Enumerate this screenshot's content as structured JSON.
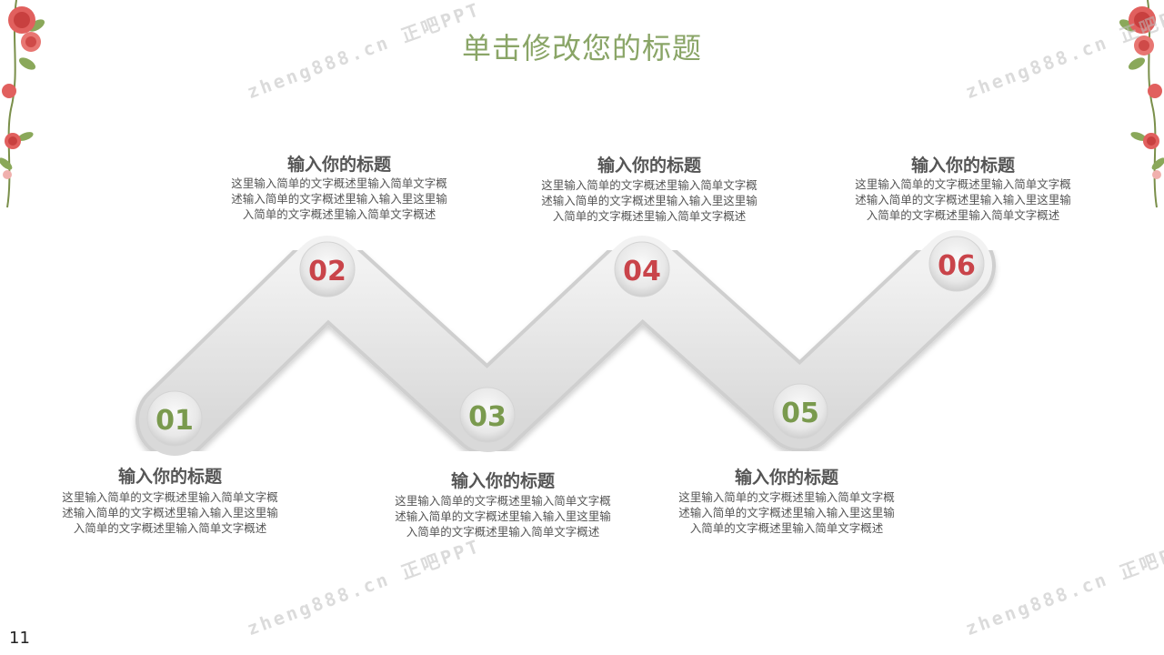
{
  "title": "单击修改您的标题",
  "page_number": "11",
  "watermark": "zheng888.cn 正吧PPT",
  "steps": [
    {
      "number": "01",
      "title": "输入你的标题",
      "lines": [
        "这里输入简单的文字概述里输入简单文字概",
        "述输入简单的文字概述里输入输入里这里输",
        "入简单的文字概述里输入简单文字概述"
      ]
    },
    {
      "number": "02",
      "title": "输入你的标题",
      "lines": [
        "这里输入简单的文字概述里输入简单文字概",
        "述输入简单的文字概述里输入输入里这里输",
        "入简单的文字概述里输入简单文字概述"
      ]
    },
    {
      "number": "03",
      "title": "输入你的标题",
      "lines": [
        "这里输入简单的文字概述里输入简单文字概",
        "述输入简单的文字概述里输入输入里这里输",
        "入简单的文字概述里输入简单文字概述"
      ]
    },
    {
      "number": "04",
      "title": "输入你的标题",
      "lines": [
        "这里输入简单的文字概述里输入简单文字概",
        "述输入简单的文字概述里输入输入里这里输",
        "入简单的文字概述里输入简单文字概述"
      ]
    },
    {
      "number": "05",
      "title": "输入你的标题",
      "lines": [
        "这里输入简单的文字概述里输入简单文字概",
        "述输入简单的文字概述里输入输入里这里输",
        "入简单的文字概述里输入简单文字概述"
      ]
    },
    {
      "number": "06",
      "title": "输入你的标题",
      "lines": [
        "这里输入简单的文字概述里输入简单文字概",
        "述输入简单的文字概述里输入输入里这里输",
        "入简单的文字概述里输入简单文字概述"
      ]
    }
  ],
  "colors": {
    "title": "#8aa567",
    "number_green": "#7a9a4e",
    "number_red": "#c9444a",
    "ribbon": "#e6e6e6",
    "text": "#555555"
  }
}
